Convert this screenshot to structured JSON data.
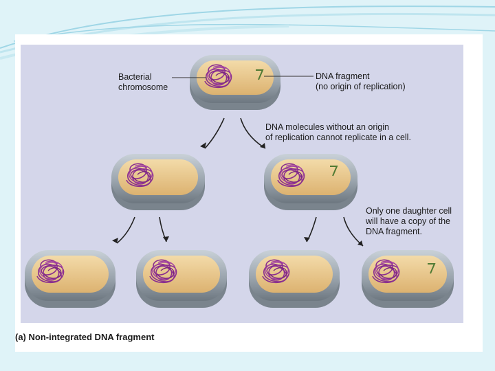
{
  "labels": {
    "bacterial_chromosome": [
      "Bacterial",
      "chromosome"
    ],
    "dna_fragment": [
      "DNA fragment",
      "(no origin of replication)"
    ],
    "no_origin_note": [
      "DNA molecules without an origin",
      "of replication cannot replicate in a cell."
    ],
    "daughter_note": [
      "Only one daughter cell",
      "will have a copy of the",
      "DNA fragment."
    ]
  },
  "caption": "(a) Non-integrated DNA fragment",
  "colors": {
    "background": "#dff3f8",
    "figure_bg": "#d4d6ea",
    "cell_interior": "#e9c88b",
    "cell_wall": "#8f9aa4",
    "chromosome": "#8a2f8f",
    "fragment": "#4f7a33"
  }
}
